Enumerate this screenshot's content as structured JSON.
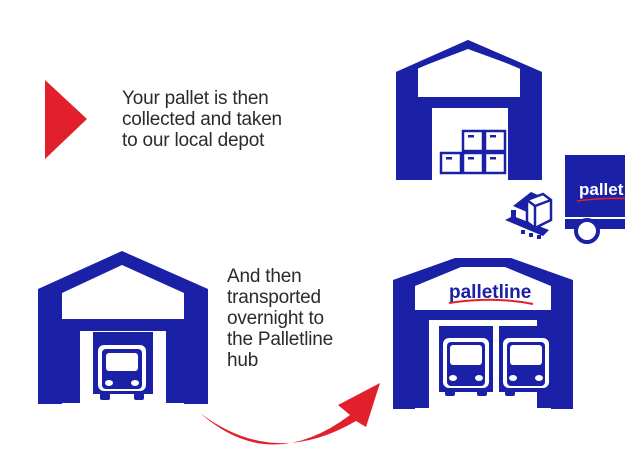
{
  "colors": {
    "brand_blue": "#1a21a6",
    "accent_red": "#e2202c",
    "text": "#2b2b2b",
    "background": "#ffffff"
  },
  "steps": [
    {
      "id": "collection",
      "caption_lines": [
        "Your pallet is then",
        "collected and taken",
        "to our local depot"
      ],
      "icon": "play-triangle-icon"
    },
    {
      "id": "transport",
      "caption_lines": [
        "And then",
        "transported",
        "overnight to",
        "the Palletline",
        "hub"
      ],
      "icon": "curved-arrow-icon"
    }
  ],
  "illustrations": {
    "local_depot": {
      "icon": "warehouse-with-boxes-icon",
      "box_count": 5
    },
    "delivery_truck": {
      "icon": "delivery-truck-icon",
      "logo_text": "pallet"
    },
    "pallet_truck": {
      "icon": "pallet-jack-with-box-icon"
    },
    "origin_depot": {
      "icon": "warehouse-with-truck-icon"
    },
    "hub": {
      "icon": "warehouse-with-two-trucks-icon",
      "logo_text": "palletline"
    }
  }
}
